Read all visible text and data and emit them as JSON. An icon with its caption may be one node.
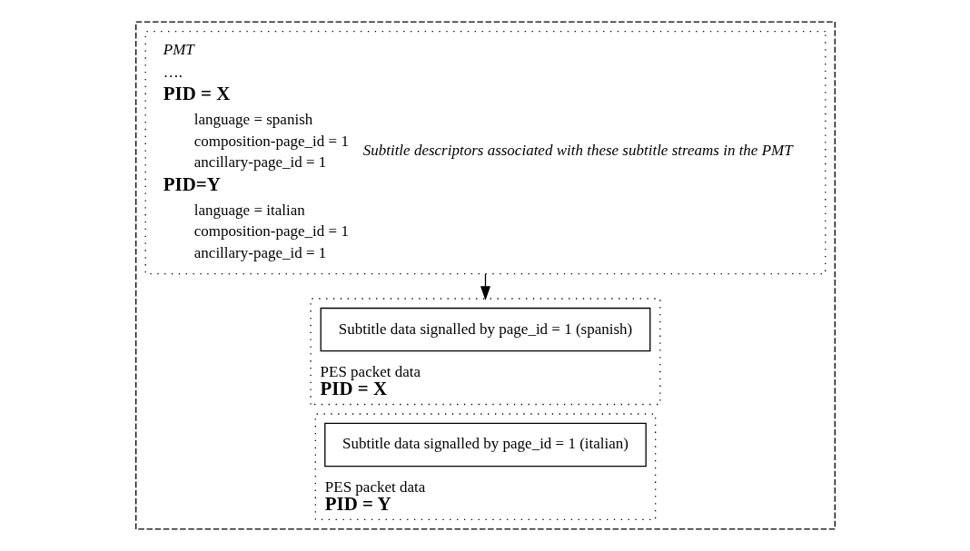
{
  "diagram": {
    "nodes": [
      {
        "text": [],
        "shape": "box"
      },
      {
        "text": [
          "PMT",
          "….",
          "PID = X",
          "language = spanish",
          "composition-page_id = 1",
          "ancillary-page_id = 1",
          "PID=Y",
          "language = italian",
          "composition-page_id = 1",
          "ancillary-page_id = 1",
          "Subtitle descriptors associated with these subtitle streams in the PMT"
        ],
        "in": 0
      },
      {
        "text": [
          "PES packet data",
          "PID = X"
        ],
        "in": 0
      },
      {
        "text": [
          "Subtitle data signalled by page_id = 1 (spanish)"
        ],
        "in": 2
      },
      {
        "text": [
          "PES packet data",
          "PID = Y"
        ],
        "in": 0
      },
      {
        "text": [
          "Subtitle data signalled by page_id = 1 (italian)"
        ],
        "in": 4
      }
    ],
    "edges": [
      {
        "from": 1,
        "to": 2,
        "arrow": "to"
      }
    ]
  }
}
